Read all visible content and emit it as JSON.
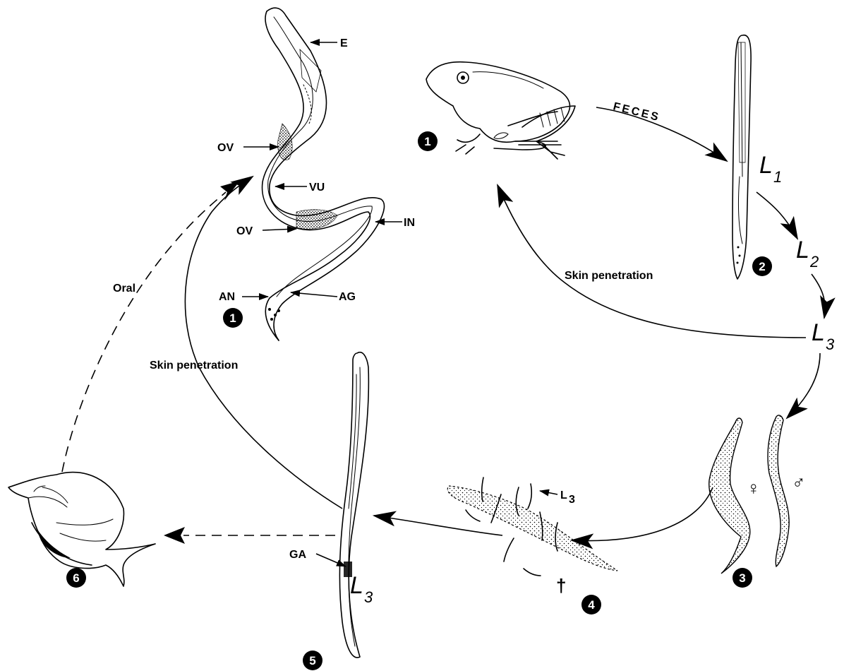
{
  "labels": {
    "E": "E",
    "OV_upper": "OV",
    "VU": "VU",
    "OV_lower": "OV",
    "IN": "IN",
    "AN": "AN",
    "AG": "AG",
    "GA": "GA",
    "L3_small": "L",
    "L3_small_sub": "3",
    "feces": "FECES",
    "skin_penetration_right": "Skin penetration",
    "skin_penetration_left": "Skin penetration",
    "oral": "Oral",
    "female_symbol": "♀",
    "male_symbol": "♂",
    "dead_symbol": "†"
  },
  "stage_labels": {
    "L1": "L",
    "L1_sub": "1",
    "L2": "L",
    "L2_sub": "2",
    "L3": "L",
    "L3_sub": "3",
    "L3_larva": "L",
    "L3_larva_sub": "3"
  },
  "stage_numbers": {
    "adult": "1",
    "frog": "1",
    "larva_L1": "2",
    "free_living": "3",
    "dead_female": "4",
    "infective_larva": "5",
    "snail": "6"
  }
}
